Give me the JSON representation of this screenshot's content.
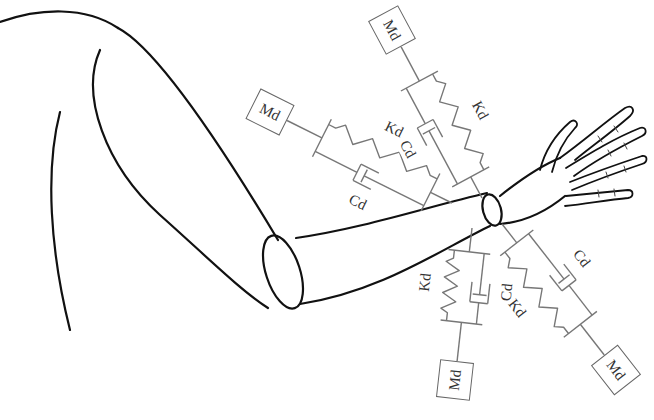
{
  "diagram": {
    "nodes": [
      {
        "text": [
          "Md"
        ]
      },
      {
        "text": [
          "Md"
        ]
      },
      {
        "text": [
          "Md"
        ]
      },
      {
        "text": [
          "Md"
        ]
      }
    ],
    "labels": [
      "Cd",
      "Kd",
      "Cd",
      "Kd",
      "Cd",
      "Kd",
      "Cd",
      "Kd"
    ]
  }
}
